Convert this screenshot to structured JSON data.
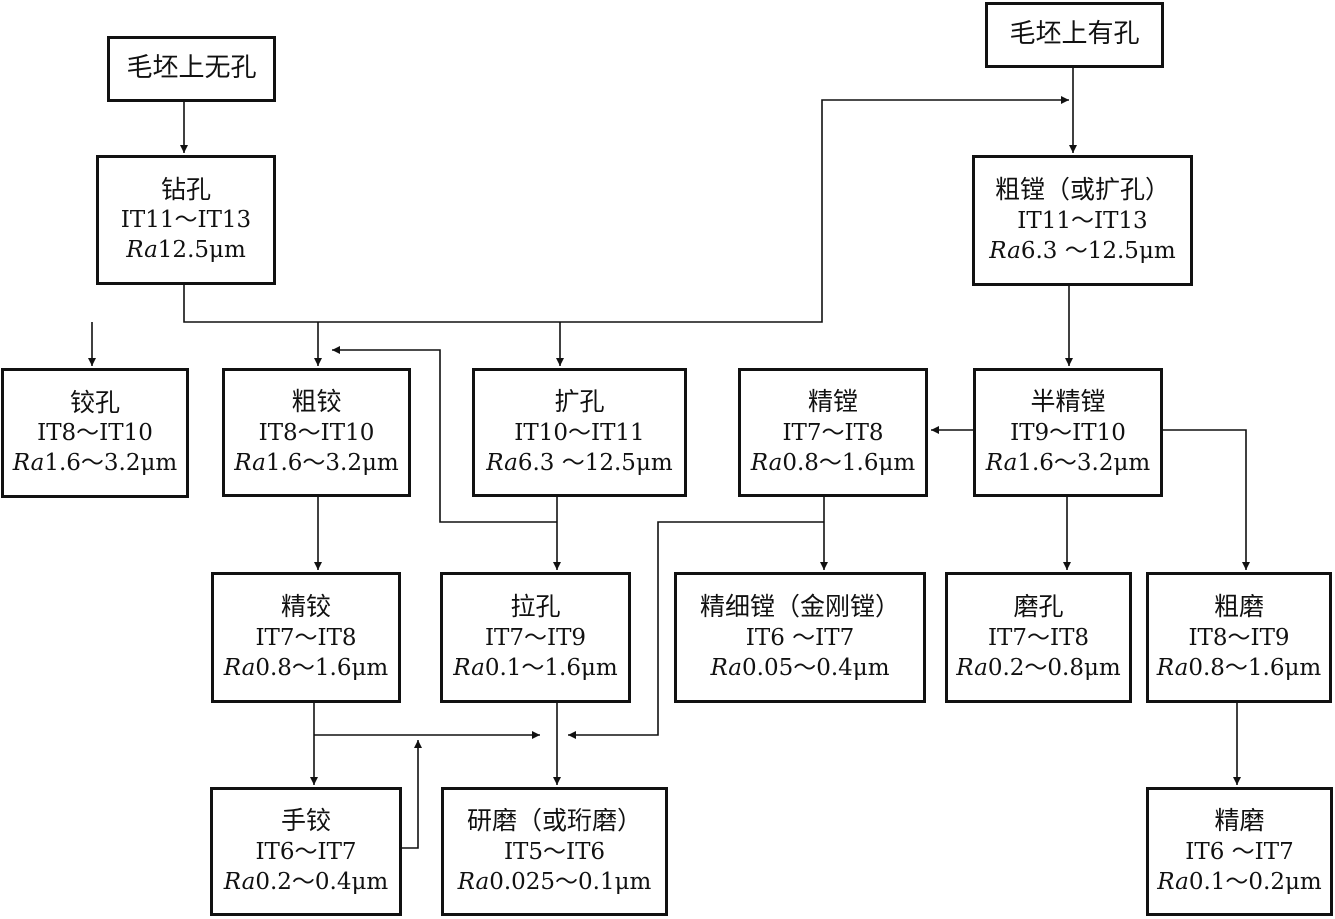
{
  "nodes": {
    "blank_no_hole": {
      "title": "毛坯上无孔",
      "it": "",
      "ra": ""
    },
    "blank_with_hole": {
      "title": "毛坯上有孔",
      "it": "",
      "ra": ""
    },
    "drilling": {
      "title": "钻孔",
      "it": "IT11～IT13",
      "ra": "12.5μm"
    },
    "rough_boring": {
      "title": "粗镗（或扩孔）",
      "it": "IT11～IT13",
      "ra": "6.3 ～12.5μm"
    },
    "reaming": {
      "title": "铰孔",
      "it": "IT8～IT10",
      "ra": "1.6～3.2μm"
    },
    "rough_reaming": {
      "title": "粗铰",
      "it": "IT8～IT10",
      "ra": "1.6～3.2μm"
    },
    "core_drilling": {
      "title": "扩孔",
      "it": "IT10～IT11",
      "ra": "6.3 ～12.5μm"
    },
    "finish_boring": {
      "title": "精镗",
      "it": "IT7～IT8",
      "ra": "0.8～1.6μm"
    },
    "semi_finish_boring": {
      "title": "半精镗",
      "it": "IT9～IT10",
      "ra": "1.6～3.2μm"
    },
    "finish_reaming": {
      "title": "精铰",
      "it": "IT7～IT8",
      "ra": "0.8～1.6μm"
    },
    "broaching": {
      "title": "拉孔",
      "it": "IT7～IT9",
      "ra": "0.1～1.6μm"
    },
    "fine_boring": {
      "title": "精细镗（金刚镗）",
      "it": "IT6 ～IT7",
      "ra": "0.05～0.4μm"
    },
    "grinding": {
      "title": "磨孔",
      "it": "IT7～IT8",
      "ra": "0.2～0.8μm"
    },
    "rough_grinding": {
      "title": "粗磨",
      "it": "IT8～IT9",
      "ra": "0.8～1.6μm"
    },
    "hand_reaming": {
      "title": "手铰",
      "it": "IT6～IT7",
      "ra": "0.2～0.4μm"
    },
    "lapping": {
      "title": "研磨（或珩磨）",
      "it": "IT5～IT6",
      "ra": "0.025～0.1μm"
    },
    "finish_grinding": {
      "title": "精磨",
      "it": "IT6 ～IT7",
      "ra": "0.1～0.2μm"
    }
  },
  "ra_prefix": "Ra",
  "colors": {
    "line": "#111111",
    "background": "#ffffff"
  }
}
